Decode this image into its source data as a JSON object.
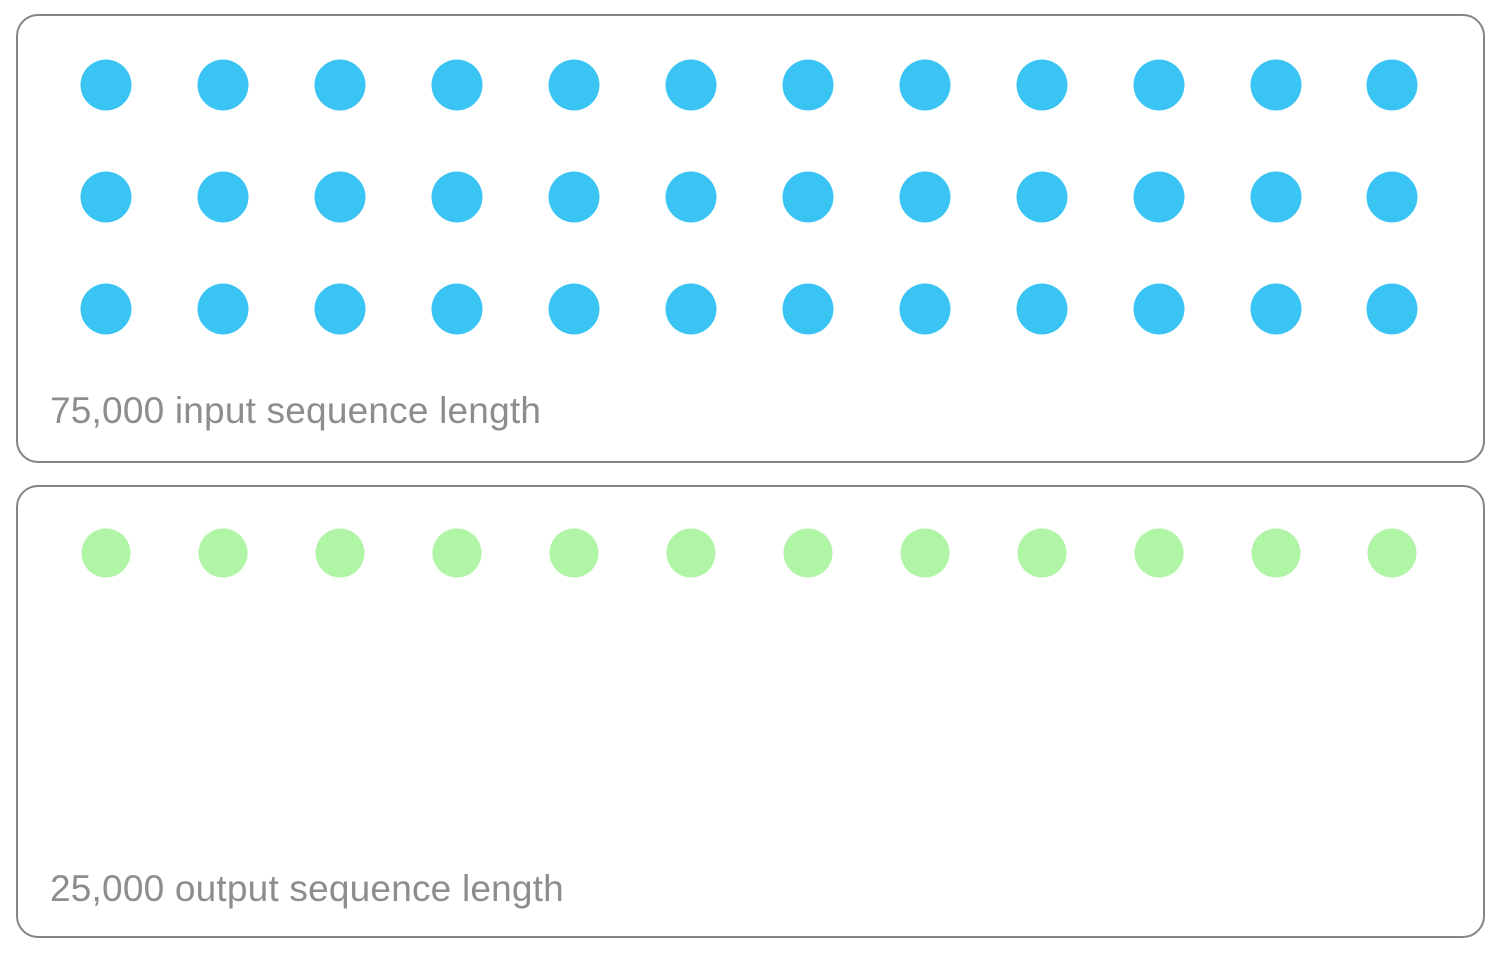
{
  "diagram": {
    "title_semantic": "sequence-length-token-diagram",
    "colors": {
      "input_dot": "#3ac4f4",
      "output_dot": "#b0f5a6",
      "card_border": "#83838a",
      "label_text": "#8c8c91",
      "background": "#ffffff"
    },
    "panels": [
      {
        "id": "input",
        "label": "75,000 input sequence length",
        "count_text": "75,000",
        "unit_text": "input sequence length",
        "dot_color_name": "blue",
        "rows": 3,
        "columns": 12,
        "total_dots": 36
      },
      {
        "id": "output",
        "label": "25,000 output sequence length",
        "count_text": "25,000",
        "unit_text": "output sequence length",
        "dot_color_name": "green",
        "rows": 1,
        "columns": 12,
        "total_dots": 12
      }
    ],
    "dot_column_centers": [
      106,
      223,
      340,
      457,
      574,
      691,
      808,
      925,
      1042,
      1159,
      1276,
      1392
    ]
  }
}
